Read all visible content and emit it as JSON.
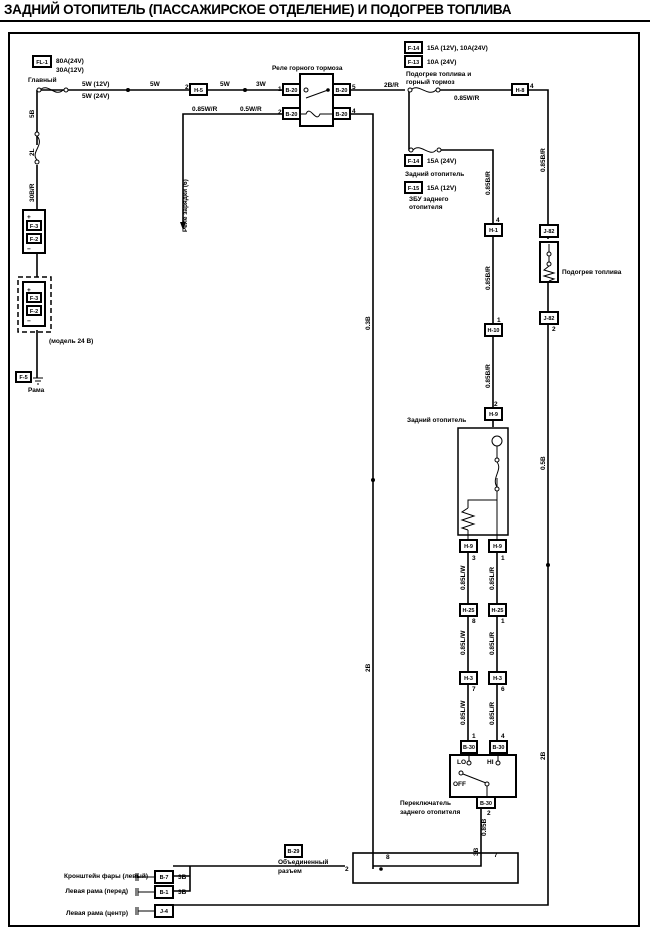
{
  "title": "ЗАДНИЙ ОТОПИТЕЛЬ (ПАССАЖИРСКОЕ ОТДЕЛЕНИЕ) И ПОДОГРЕВ ТОПЛИВА",
  "main_fuse": {
    "code": "FL-1",
    "rating_24v": "80A(24V)",
    "rating_12v": "30A(12V)",
    "name": "Главный"
  },
  "wires": {
    "w5w12": "5W (12V)",
    "w5w24": "5W (24V)",
    "w5w": "5W",
    "w5w_b": "5W",
    "w3w": "3W",
    "w085wr": "0.85W/R",
    "w05wr": "0.5W/R",
    "w2br": "2B/R",
    "w085wr_b": "0.85W/R",
    "w5b": "5B",
    "w2l": "2L",
    "w30br": "30B/R",
    "w03b": "0.3B",
    "w2b": "2B",
    "w085br_1": "0.85B/R",
    "w085br_2": "0.85B/R",
    "w085br_3": "0.85B/R",
    "w085br_4": "0.85B/R",
    "w085br_5": "0.85B/R",
    "w085lw_1": "0.85L/W",
    "w085lr_1": "0.85L/R",
    "w085lw_2": "0.85L/W",
    "w085lr_2": "0.85L/R",
    "w085lw_3": "0.85L/W",
    "w085lr_3": "0.85L/R",
    "w05b": "0.5B",
    "w2b_r": "2B",
    "w3b_1": "3B",
    "w3b_2": "3B",
    "w085b": "0.85B"
  },
  "relay": {
    "name": "Реле горного тормоза",
    "conn": "B-20"
  },
  "charge_relay": "Реле зарядки (6)",
  "fuses": {
    "f14a": {
      "code": "F-14",
      "rating": "15A (12V), 10A(24V)"
    },
    "f13": {
      "code": "F-13",
      "rating": "10A (24V)"
    },
    "fuel_brake_1": "Подогрев топлива и",
    "fuel_brake_2": "горный тормоз",
    "f14b": {
      "code": "F-14",
      "rating": "15A (24V)"
    },
    "rear_heater": "Задний отопитель",
    "f15": {
      "code": "F-15",
      "rating": "15A (12V)"
    },
    "ecu_1": "ЗБУ заднего",
    "ecu_2": "отопителя"
  },
  "battery": {
    "c1": "F-3",
    "c2": "F-2",
    "c3": "F-3",
    "c4": "F-2",
    "model_note": "(модель 24 В)",
    "ground_code": "F-5",
    "ground": "Рама"
  },
  "connectors": {
    "h5": "H-5",
    "h8": "H-8",
    "h1": "H-1",
    "h10": "H-10",
    "h9": "H-9",
    "h25": "H-25",
    "h3": "H-3",
    "b30": "B-30",
    "j82": "J-82",
    "b29": "B-29",
    "b7": "B-7",
    "b1": "B-1",
    "j4": "J-4"
  },
  "pins": {
    "p1": "1",
    "p2": "2",
    "p3": "3",
    "p4": "4",
    "p5": "5",
    "p6": "6",
    "p7": "7",
    "p8": "8"
  },
  "fuel_heater": "Подогрев топлива",
  "heater_unit": "Задний отопитель",
  "switch": {
    "lo": "LO",
    "hi": "HI",
    "off": "OFF",
    "name_1": "Переключатель",
    "name_2": "заднего отопителя"
  },
  "joint": {
    "name_1": "Объединенный",
    "name_2": "разъем"
  },
  "grounds": [
    "Кронштейн фары (левый)",
    "Левая рама (перед)",
    "Левая рама (центр)"
  ]
}
